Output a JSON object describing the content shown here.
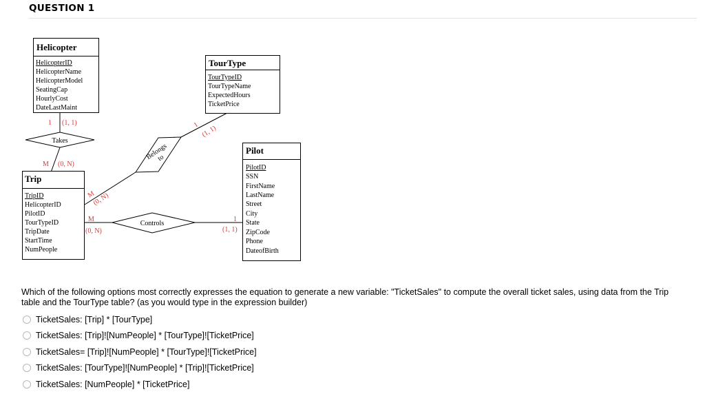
{
  "question": {
    "heading": "QUESTION 1",
    "text": "Which of the following options most correctly expresses the equation to generate a new variable: \"TicketSales\" to compute the overall ticket sales, using data from the Trip table and the TourType table? (as you would type in the expression builder)",
    "options": [
      "TicketSales: [Trip] * [TourType]",
      "TicketSales: [Trip]![NumPeople] * [TourType]![TicketPrice]",
      "TicketSales= [Trip]![NumPeople] * [TourType]![TicketPrice]",
      "TicketSales: [TourType]![NumPeople] * [Trip]![TicketPrice]",
      "TicketSales: [NumPeople] * [TicketPrice]"
    ]
  },
  "diagram": {
    "entities": {
      "helicopter": {
        "name": "Helicopter",
        "attributes": [
          "HelicopterID",
          "HelicopterName",
          "HelicopterModel",
          "SeatingCap",
          "HourlyCost",
          "DateLastMaint"
        ]
      },
      "tourtype": {
        "name": "TourType",
        "attributes": [
          "TourTypeID",
          "TourTypeName",
          "ExpectedHours",
          "TicketPrice"
        ]
      },
      "trip": {
        "name": "Trip",
        "attributes": [
          "TripID",
          "HelicopterID",
          "PilotID",
          "TourTypeID",
          "TripDate",
          "StartTime",
          "NumPeople"
        ]
      },
      "pilot": {
        "name": "Pilot",
        "attributes": [
          "PilotID",
          "SSN",
          "FirstName",
          "LastName",
          "Street",
          "City",
          "State",
          "ZipCode",
          "Phone",
          "DateofBirth"
        ]
      }
    },
    "relationships": {
      "takes": {
        "label": "Takes"
      },
      "belongs": {
        "label_line1": "Belongs",
        "label_line2": "to"
      },
      "controls": {
        "label": "Controls"
      }
    },
    "cardinalities": {
      "takes_top_one": "1",
      "takes_top_range": "(1, 1)",
      "takes_bottom_many": "M",
      "takes_bottom_range": "(0, N)",
      "belongs_top_one": "1",
      "belongs_top_range": "(1, 1)",
      "belongs_bottom_many": "M",
      "belongs_bottom_range": "(0, N)",
      "controls_left_many": "M",
      "controls_left_range": "(0, N)",
      "controls_right_one": "1",
      "controls_right_range": "(1, 1)"
    },
    "colors": {
      "cardinality": "#d83a3a",
      "lines": "#000000"
    }
  }
}
